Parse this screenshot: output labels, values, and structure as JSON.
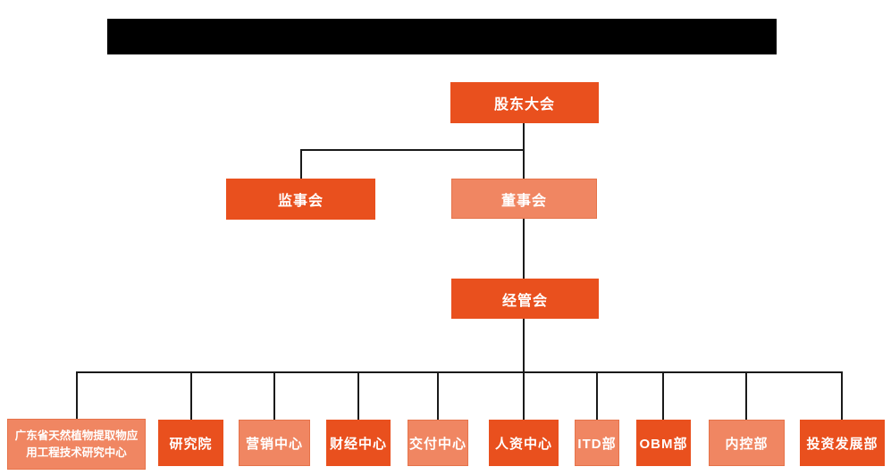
{
  "colors": {
    "primary_orange": "#E9501E",
    "secondary_salmon": "#F08662",
    "connector_line": "#1a1a1a",
    "node_text": "#ffffff",
    "title_bar_background": "#000000"
  },
  "title_bar": {
    "type": "redacted-black-bar",
    "visible_text": ""
  },
  "org_chart": {
    "root": {
      "label": "股东大会",
      "variant": "dark"
    },
    "level2": {
      "supervisory_board": {
        "label": "监事会",
        "variant": "dark"
      },
      "board_of_directors": {
        "label": "董事会",
        "variant": "light"
      }
    },
    "level3": {
      "management_committee": {
        "label": "经管会",
        "variant": "dark"
      }
    },
    "departments": [
      {
        "label": "广东省天然植物提取物应用工程技术研究中心",
        "line1": "广东省天然植物提取物应",
        "line2": "用工程技术研究中心",
        "variant": "light"
      },
      {
        "label": "研究院",
        "variant": "dark"
      },
      {
        "label": "营销中心",
        "variant": "light"
      },
      {
        "label": "财经中心",
        "variant": "dark"
      },
      {
        "label": "交付中心",
        "variant": "light"
      },
      {
        "label": "人资中心",
        "variant": "dark"
      },
      {
        "label": "ITD部",
        "variant": "light"
      },
      {
        "label": "OBM部",
        "variant": "dark"
      },
      {
        "label": "内控部",
        "variant": "light"
      },
      {
        "label": "投资发展部",
        "variant": "dark"
      }
    ]
  }
}
